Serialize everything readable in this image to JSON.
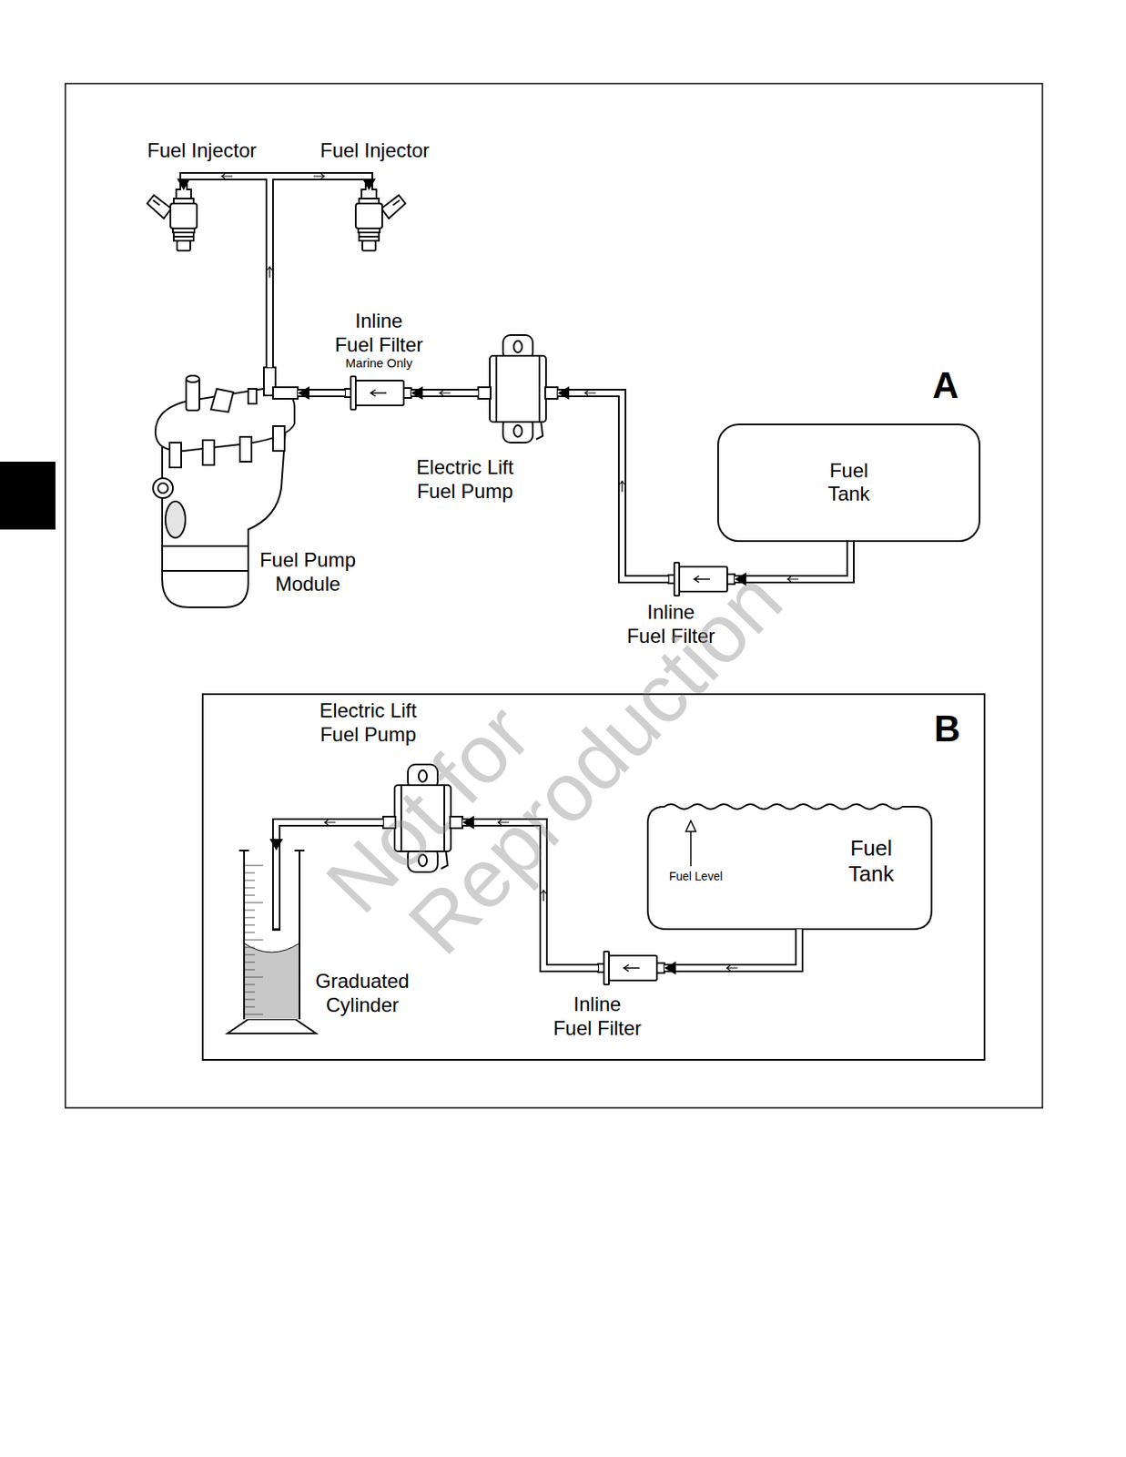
{
  "diagram": {
    "nodes": [
      {
        "text": [
          "Fuel Injector"
        ]
      },
      {
        "text": [
          "Fuel Injector"
        ]
      },
      {
        "text": [
          "Inline Fuel Filter",
          "Marine Only"
        ]
      },
      {
        "text": [
          "Electric Lift Fuel Pump"
        ]
      },
      {
        "text": [
          "Fuel Tank"
        ]
      },
      {
        "text": [
          "Fuel Pump Module"
        ]
      },
      {
        "text": [
          "Inline Fuel Filter"
        ]
      },
      {
        "text": [
          "B"
        ]
      },
      {
        "text": [
          "Electric Lift Fuel Pump"
        ],
        "in": 7
      },
      {
        "text": [
          "Fuel Tank"
        ],
        "in": 7
      },
      {
        "text": [
          "Graduated Cylinder"
        ],
        "in": 7
      },
      {
        "text": [
          "Inline Fuel Filter"
        ],
        "in": 7
      }
    ],
    "edges": [
      {
        "from": 4,
        "to": 6,
        "arrow": "to"
      },
      {
        "from": 6,
        "to": 3,
        "arrow": "to"
      },
      {
        "from": 3,
        "to": 2,
        "arrow": "to"
      },
      {
        "from": 2,
        "to": 5,
        "arrow": "to"
      },
      {
        "from": 5,
        "to": 0,
        "arrow": "to"
      },
      {
        "from": 5,
        "to": 1,
        "arrow": "to"
      },
      {
        "from": 9,
        "to": 11,
        "arrow": "to"
      },
      {
        "from": 11,
        "to": 8,
        "arrow": "to"
      },
      {
        "from": 8,
        "to": 10,
        "arrow": "to"
      }
    ],
    "labels": [
      "A",
      "Fuel Level",
      "Not for",
      "Reproduction"
    ]
  }
}
